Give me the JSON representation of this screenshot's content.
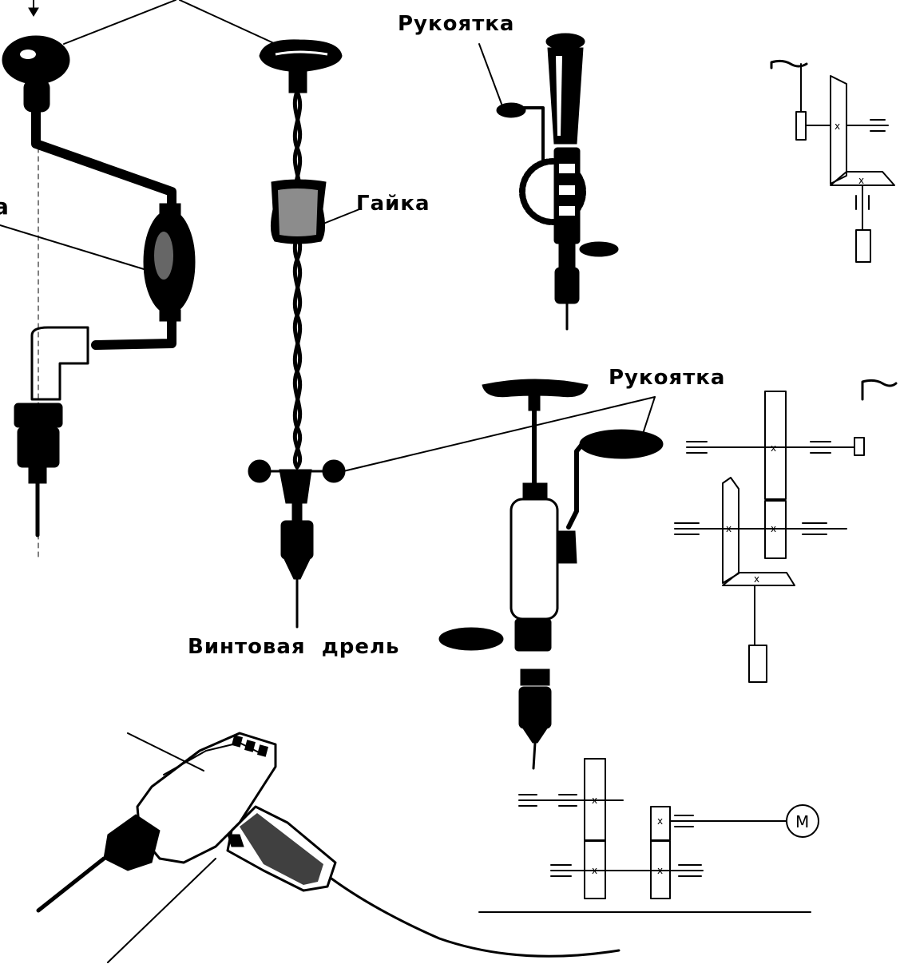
{
  "labels": {
    "handle_top": "Рукоятка",
    "nut": "Гайка",
    "handle_right": "Рукоятка",
    "screw_drill": "Винтовая  дрель",
    "cut_left": "а"
  },
  "schematics": {
    "gear_mark": "x",
    "motor_label": "M"
  }
}
